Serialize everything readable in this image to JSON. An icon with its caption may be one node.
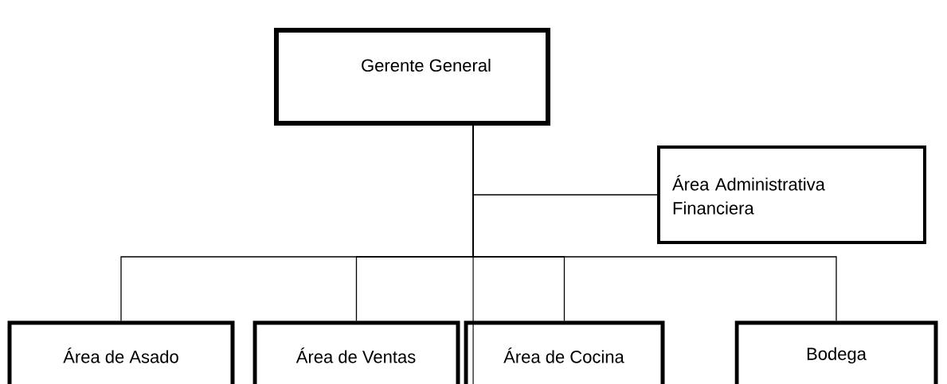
{
  "diagram": {
    "nodes": [
      {
        "text": [
          "Gerente General"
        ]
      },
      {
        "text": [
          "Área Administrativa Financiera"
        ]
      },
      {
        "text": [
          "Área de Asado"
        ]
      },
      {
        "text": [
          "Área de Ventas"
        ]
      },
      {
        "text": [
          "Área de Cocina"
        ]
      },
      {
        "text": [
          "Bodega"
        ]
      }
    ],
    "edges": [
      {
        "from": 0,
        "to": 1,
        "arrow": "none"
      },
      {
        "from": 0,
        "to": 2,
        "arrow": "none"
      },
      {
        "from": 0,
        "to": 3,
        "arrow": "none"
      },
      {
        "from": 0,
        "to": 4,
        "arrow": "none"
      },
      {
        "from": 0,
        "to": 5,
        "arrow": "none"
      }
    ]
  }
}
